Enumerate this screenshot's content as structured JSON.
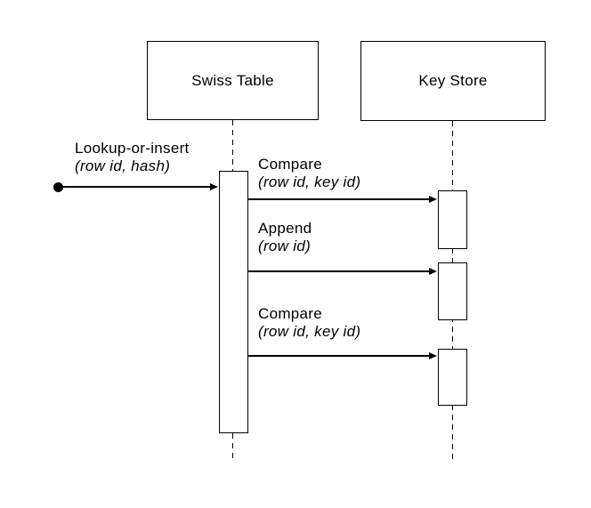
{
  "actors": [
    {
      "name": "Swiss Table"
    },
    {
      "name": "Key Store"
    }
  ],
  "messages": [
    {
      "name": "Lookup-or-insert",
      "args": "(row id, hash)",
      "from": "found",
      "to": "Swiss Table"
    },
    {
      "name": "Compare",
      "args": "(row id, key id)",
      "from": "Swiss Table",
      "to": "Key Store"
    },
    {
      "name": "Append",
      "args": "(row id)",
      "from": "Swiss Table",
      "to": "Key Store"
    },
    {
      "name": "Compare",
      "args": "(row id, key id)",
      "from": "Swiss Table",
      "to": "Key Store"
    }
  ],
  "icons": {
    "found_circle": "●",
    "arrowhead": "▶"
  },
  "colors": {
    "line": "#000000",
    "text": "#000000",
    "background": "#ffffff"
  }
}
